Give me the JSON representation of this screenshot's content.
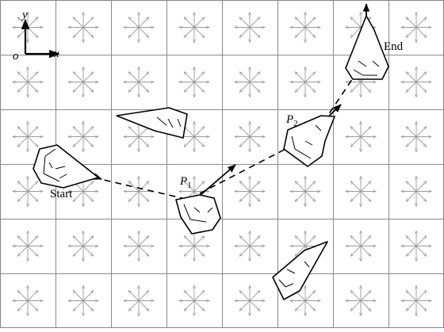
{
  "grid": {
    "rows": 6,
    "cols": 8
  },
  "labels": {
    "start": "Start",
    "end": "End",
    "p1": "P",
    "p1_sub": "1",
    "p2": "P",
    "p2_sub": "2"
  },
  "axes": {
    "origin": "o",
    "x": "x",
    "y": "y"
  },
  "colors": {
    "grid": "#8a8a8a",
    "cell_arrows": "#9a9a9a",
    "ship_fill": "#ffffff",
    "stroke": "#000000"
  }
}
